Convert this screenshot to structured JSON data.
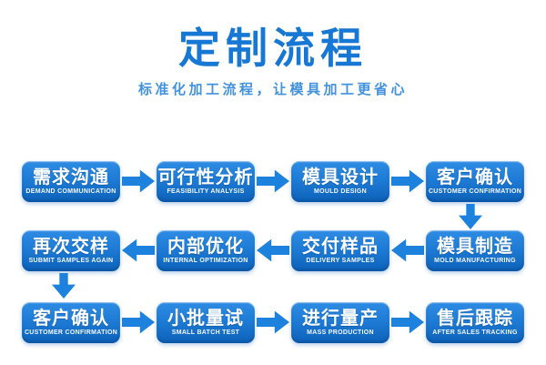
{
  "header": {
    "title": "定制流程",
    "subtitle": "标准化加工流程，让模具加工更省心"
  },
  "flow": {
    "steps": [
      {
        "title": "需求沟通",
        "subtitle": "DEMAND COMMUNICATION"
      },
      {
        "title": "可行性分析",
        "subtitle": "FEASIBILITY ANALYSIS"
      },
      {
        "title": "模具设计",
        "subtitle": "MOULD DESIGN"
      },
      {
        "title": "客户确认",
        "subtitle": "CUSTOMER CONFIRMATION"
      },
      {
        "title": "模具制造",
        "subtitle": "MOLD MANUFACTURING"
      },
      {
        "title": "交付样品",
        "subtitle": "DELIVERY SAMPLES"
      },
      {
        "title": "内部优化",
        "subtitle": "INTERNAL OPTIMIZATION"
      },
      {
        "title": "再次交样",
        "subtitle": "SUBMIT SAMPLES AGAIN"
      },
      {
        "title": "客户确认",
        "subtitle": "CUSTOMER CONFIRMATION"
      },
      {
        "title": "小批量试",
        "subtitle": "SMALL BATCH TEST"
      },
      {
        "title": "进行量产",
        "subtitle": "MASS PRODUCTION"
      },
      {
        "title": "售后跟踪",
        "subtitle": "AFTER SALES TRACKING"
      }
    ]
  },
  "colors": {
    "accent": "#1678d4",
    "subtitle": "#4292dd",
    "box_top": "#2f8ce4",
    "box_bottom": "#0d61b8",
    "arrow": "#1c82dd"
  }
}
